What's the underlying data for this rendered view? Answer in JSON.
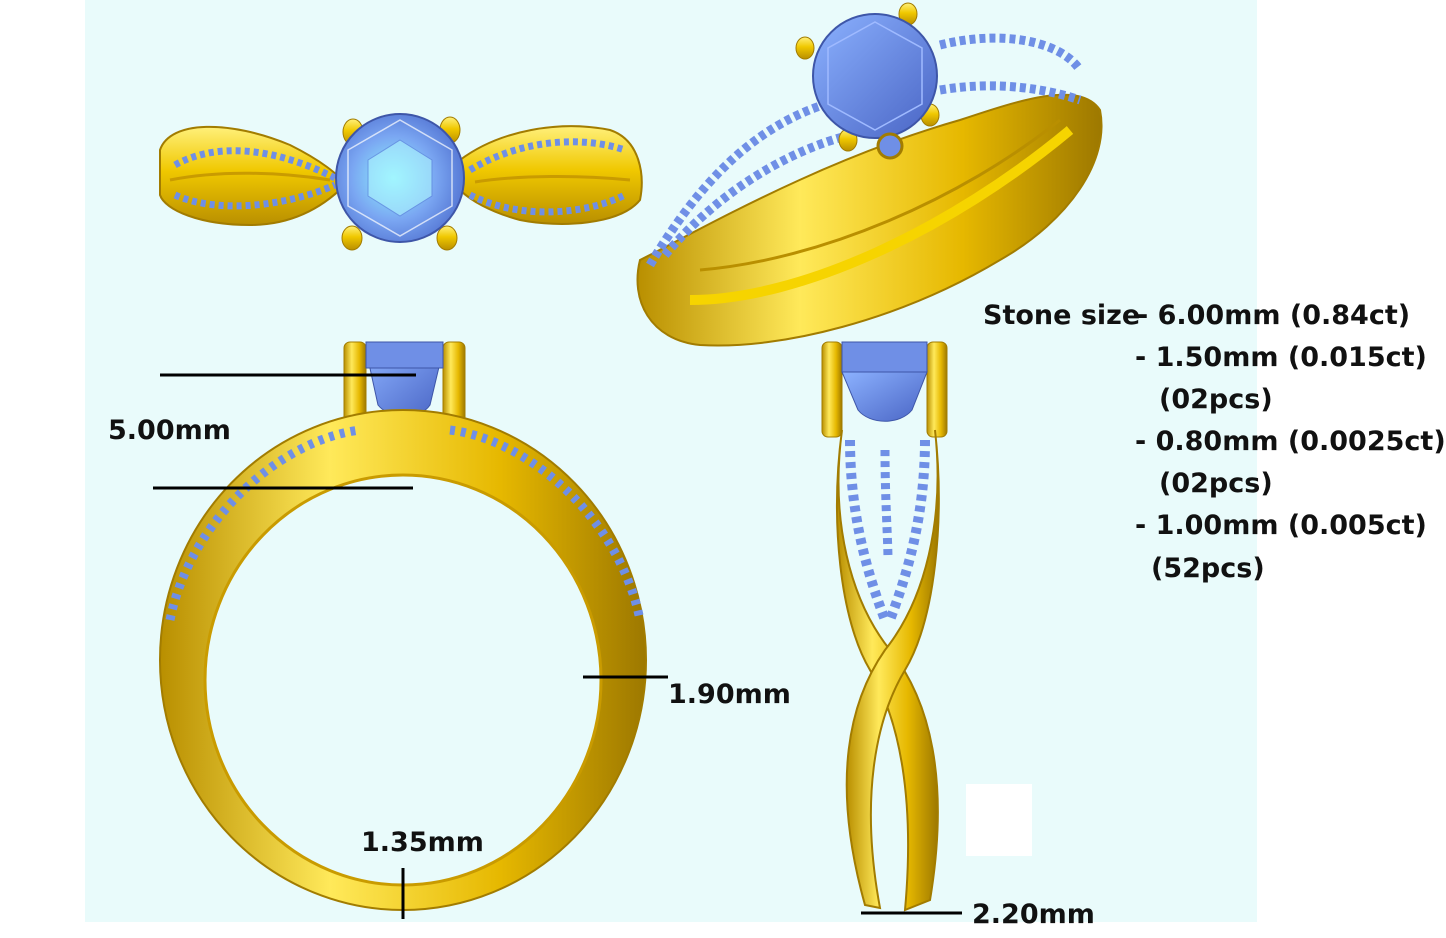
{
  "dimensions": {
    "setting_height": "5.00mm",
    "shank_width_side": "1.90mm",
    "shank_thickness_bottom": "1.35mm",
    "band_width_bottom": "2.20mm"
  },
  "stone_spec": {
    "heading": "Stone size",
    "lines": [
      "- 6.00mm (0.84ct)",
      "- 1.50mm (0.015ct)",
      "(02pcs)",
      "- 0.80mm (0.0025ct)",
      "(02pcs)",
      "- 1.00mm (0.005ct)",
      "(52pcs)"
    ]
  },
  "colors": {
    "gold": "#e2b400",
    "gold_dark": "#9a7600",
    "stone": "#6f8fe6",
    "background": "#e9fbfb"
  }
}
